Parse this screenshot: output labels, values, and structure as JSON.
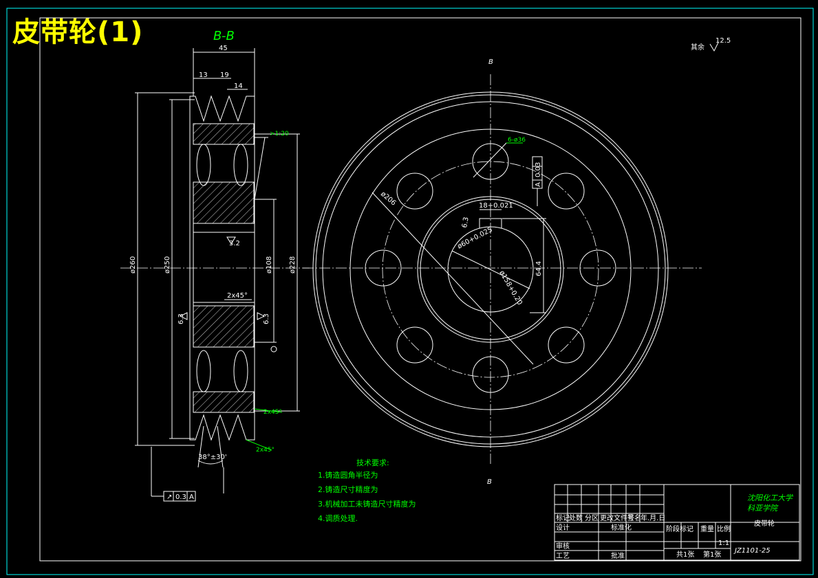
{
  "title": "皮带轮(1)",
  "section_label": "B-B",
  "view_label_top": "B",
  "view_label_bottom": "B",
  "roughness_note": "其余",
  "roughness_value": "12.5",
  "dimensions": {
    "overall_width": "45",
    "d13": "13",
    "d19": "19",
    "d14": "14",
    "taper": ">1:20",
    "dia260": "ø260",
    "dia250": "ø250",
    "dia108": "ø108",
    "dia228": "ø228",
    "rough32": "3.2",
    "rough63a": "6.3",
    "rough63b": "6.3",
    "chamfer1": "2x45°",
    "chamfer2": "2x45°",
    "chamfer3": "2x45°",
    "angle": "38°±30'",
    "runout": "0.3",
    "runout_ref": "A",
    "holes": "6-ø36",
    "dia206": "ø206",
    "keyway": "18+0.021",
    "bore": "ø60+0.025",
    "rough_key": "6.3",
    "key_depth": "64.4",
    "hub_dia": "ø158+0.20",
    "sym_tol": "0.03",
    "sym_ref": "A"
  },
  "tech_req": {
    "heading": "技术要求:",
    "items": [
      "1.铸造圆角半径为",
      "2.铸造尺寸精度为",
      "3.机械加工未铸造尺寸精度为",
      "4.调质处理."
    ]
  },
  "title_block": {
    "school_line1": "沈阳化工大学",
    "school_line2": "科亚学院",
    "part_name": "皮带轮",
    "drawing_no": "JZ1101-25",
    "row_labels": [
      "标记",
      "处数",
      "分区",
      "更改文件号",
      "签名",
      "年.月.日"
    ],
    "design": "设计",
    "std": "标准化",
    "stage": "阶段标记",
    "weight": "重量",
    "ratio": "比例",
    "scale": "1:1",
    "review": "审核",
    "craft": "工艺",
    "approve": "批准",
    "sheets": "共1张",
    "sheet": "第1张"
  }
}
